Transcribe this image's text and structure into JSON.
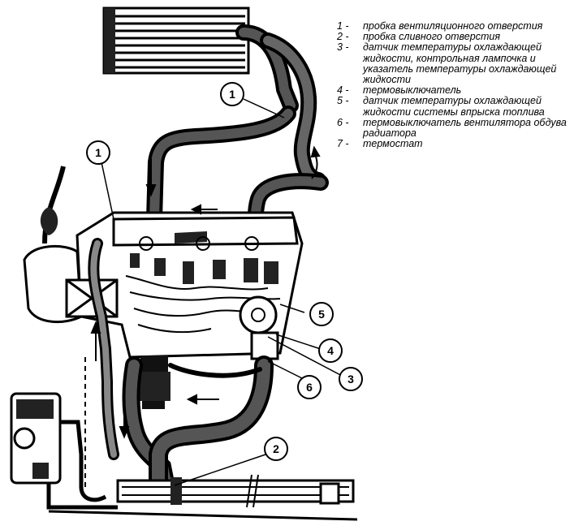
{
  "legend": [
    {
      "num": "1 -",
      "text": "пробка вентиляционного отверстия"
    },
    {
      "num": "2 -",
      "text": "пробка сливного отверстия"
    },
    {
      "num": "3 -",
      "text": "датчик температуры охлаждающей жидкости, контрольная лампочка и указатель температуры охлаждающей жидкости"
    },
    {
      "num": "4 -",
      "text": "термовыключатель"
    },
    {
      "num": "5 -",
      "text": "датчик температуры охлаждающей жидкости системы впрыска топлива"
    },
    {
      "num": "6 -",
      "text": "термовыключатель вентилятора обдува радиатора"
    },
    {
      "num": "7 -",
      "text": "термостат"
    }
  ],
  "callouts": {
    "c1a": "1",
    "c1b": "1",
    "c2": "2",
    "c3": "3",
    "c4": "4",
    "c5": "5",
    "c6": "6"
  }
}
